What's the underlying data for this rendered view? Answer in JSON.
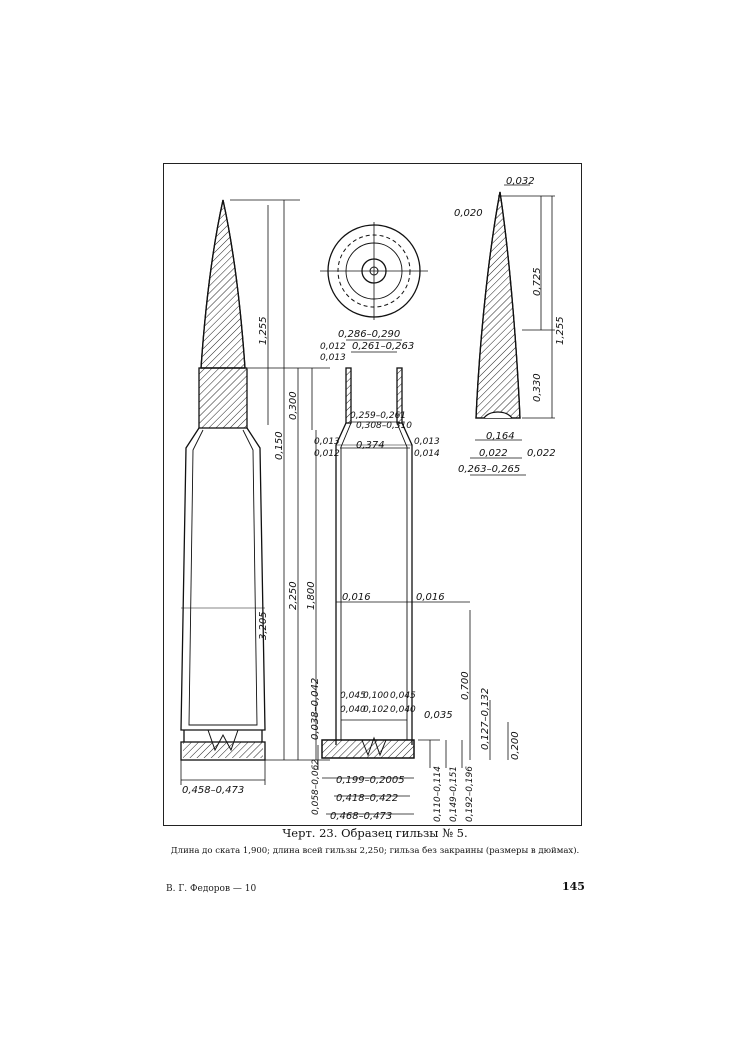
{
  "figure": {
    "caption": "Черт. 23. Образец гильзы № 5.",
    "subcaption": "Длина до ската 1,900; длина всей гильзы 2,250; гильза без закраины (размеры в дюймах).",
    "dims": {
      "d0032": "0,032",
      "d0020": "0,020",
      "d0725": "0,725",
      "d1255r": "1,255",
      "d0330": "0,330",
      "d0164": "0,164",
      "d0022a": "0,022",
      "d0022b": "0,022",
      "d0263_0265": "0,263–0,265",
      "d0286_0290": "0,286–0,290",
      "d0012a": "0,012",
      "d0261_0263": "0,261–0,263",
      "d0013a": "0,013",
      "d0259_0261": "0,259–0,261",
      "d0308_0310": "0,308–0,310",
      "d0013b": "0,013",
      "d0374": "0,374",
      "d0013c": "0,013",
      "d0012b": "0,012",
      "d0014": "0,014",
      "d1255l": "1,255",
      "d0300": "0,300",
      "d0150": "0,150",
      "d3205": "3,205",
      "d2250": "2,250",
      "d1800": "1,800",
      "d0016a": "0,016",
      "d0016b": "0,016",
      "d0038_0042": "0,038–0,042",
      "d0045a": "0,045",
      "d0100": "0,100",
      "d0045b": "0,045",
      "d0040a": "0,040",
      "d0102": "0,102",
      "d0040b": "0,040",
      "d0035": "0,035",
      "d0200": "0,200",
      "d0127_0132": "0,127–0,132",
      "d0700": "0,700",
      "d0458_0473": "0,458–0,473",
      "d0058_0062": "0,058–0,062",
      "d0199_02005": "0,199–0,2005",
      "d0418_0422": "0,418–0,422",
      "d0468_0473": "0,468–0,473",
      "d0110_0114": "0,110–0,114",
      "d0149_0151": "0,149–0,151",
      "d0192_0196": "0,192–0,196"
    }
  },
  "footer": {
    "author": "В. Г. Федоров — 10",
    "page_number": "145"
  }
}
